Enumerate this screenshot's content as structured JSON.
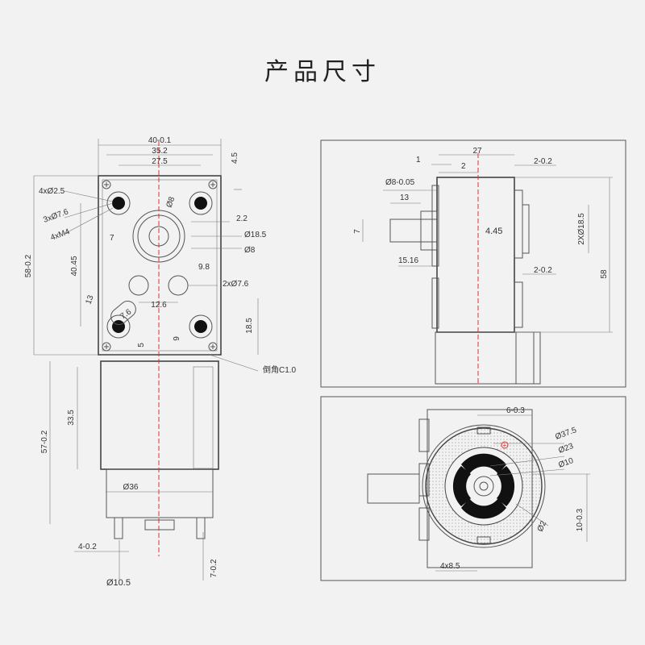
{
  "title": "产品尺寸",
  "front_view": {
    "dims": {
      "width_total": "40-0.1",
      "width_35": "35.2",
      "width_27": "27.5",
      "top_4_5": "4.5",
      "holes_4x25": "4xØ2.5",
      "holes_3x76": "3xØ7.6",
      "thread_4xm4": "4xM4",
      "d8_top": "Ø8",
      "d2_2": "2.2",
      "d18_5": "Ø18.5",
      "d8_side": "Ø8",
      "h7": "7",
      "h40_45": "40.45",
      "h58": "58-0.2",
      "d9_8": "9.8",
      "holes_2x76": "2xØ7.6",
      "d13": "13",
      "d7_6": "7.6",
      "d12_6": "12.6",
      "d18_5v": "18.5",
      "d5": "5",
      "d9": "9",
      "chamfer": "倒角C1.0",
      "h33_5": "33.5",
      "h57": "57-0.2",
      "d36": "Ø36",
      "d4_02": "4-0.2",
      "d7_02": "7-0.2",
      "d10_5": "Ø10.5"
    }
  },
  "side_view": {
    "dims": {
      "d1": "1",
      "d27": "27",
      "d2": "2",
      "d2_02_top": "2-0.2",
      "shaft_d": "Ø8-0.05",
      "d13": "13",
      "h7": "7",
      "d4_45": "4.45",
      "d2x18_5": "2XØ18.5",
      "d15_16": "15.16",
      "d2_02_mid": "2-0.2",
      "h58": "58"
    }
  },
  "bottom_view": {
    "dims": {
      "d6_03": "6-0.3",
      "d37_5": "Ø37.5",
      "d23": "Ø23",
      "d10": "Ø10",
      "d2": "Ø2",
      "h10_03": "10-0.3",
      "d4x8_5": "4x8.5"
    },
    "plus_mark": "+"
  }
}
